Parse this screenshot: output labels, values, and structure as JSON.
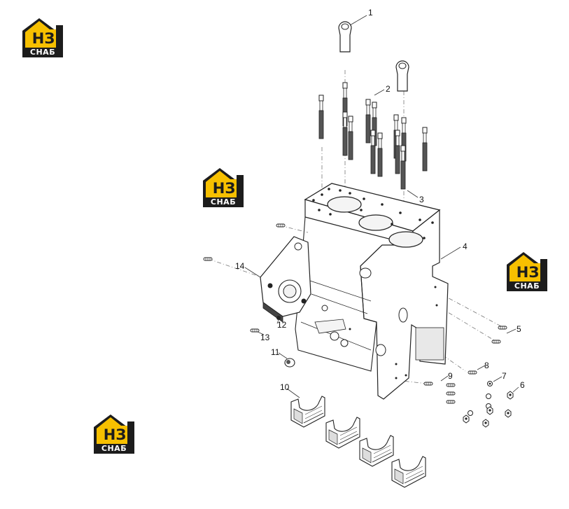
{
  "brand": {
    "mark": "НЗ",
    "word": "СНАБ",
    "accent": "#f7c000",
    "dark": "#1c1c1c"
  },
  "callouts": [
    "1",
    "2",
    "3",
    "4",
    "5",
    "6",
    "7",
    "8",
    "9",
    "10",
    "11",
    "12",
    "13",
    "14"
  ]
}
